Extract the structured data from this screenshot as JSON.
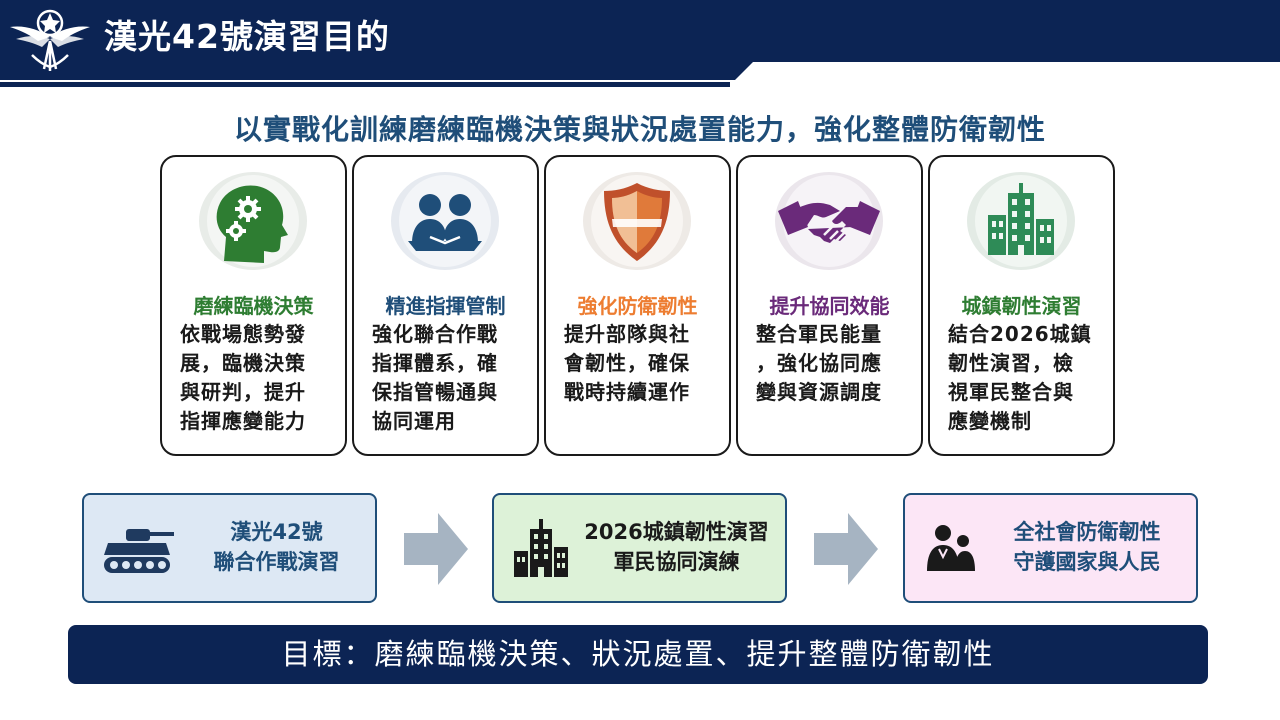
{
  "header": {
    "title": "漢光42號演習目的"
  },
  "subtitle": "以實戰化訓練磨練臨機決策與狀況處置能力，強化整體防衛韌性",
  "cards": [
    {
      "icon": "head-gears-icon",
      "color": "#2e7d32",
      "title": "磨練臨機決策",
      "lines": [
        "依戰場態勢發",
        "展，臨機決策",
        "與研判，提升",
        "指揮應變能力"
      ]
    },
    {
      "icon": "team-icon",
      "color": "#1f4e79",
      "title": "精進指揮管制",
      "lines": [
        "強化聯合作戰",
        "指揮體系，確",
        "保指管暢通與",
        "協同運用"
      ]
    },
    {
      "icon": "shield-icon",
      "color": "#ed7d31",
      "title": "強化防衛韌性",
      "lines": [
        "提升部隊與社",
        "會韌性，確保",
        "戰時持續運作"
      ]
    },
    {
      "icon": "handshake-icon",
      "color": "#6a2a7a",
      "title": "提升協同效能",
      "lines": [
        "整合軍民能量",
        "，強化協同應",
        "變與資源調度"
      ]
    },
    {
      "icon": "buildings-icon",
      "color": "#2e7d32",
      "title": "城鎮韌性演習",
      "lines": [
        "結合2026城鎮",
        "韌性演習，檢",
        "視軍民整合與",
        "應變機制"
      ]
    }
  ],
  "flow": [
    {
      "icon": "tank-icon",
      "lines": [
        "漢光42號",
        "聯合作戰演習"
      ],
      "color": "#1f4e79",
      "bg": "#dde8f4"
    },
    {
      "icon": "building-icon",
      "lines": [
        "2026城鎮韌性演習",
        "軍民協同演練"
      ],
      "color": "#1a1a1a",
      "bg": "#ddf2d8"
    },
    {
      "icon": "people-icon",
      "lines": [
        "全社會防衛韌性",
        "守護國家與人民"
      ],
      "color": "#1f4e79",
      "bg": "#fce6f6"
    }
  ],
  "goal": "目標：磨練臨機決策、狀況處置、提升整體防衛韌性",
  "colors": {
    "navy": "#0c2454",
    "arrow": "#a6b4c2"
  }
}
